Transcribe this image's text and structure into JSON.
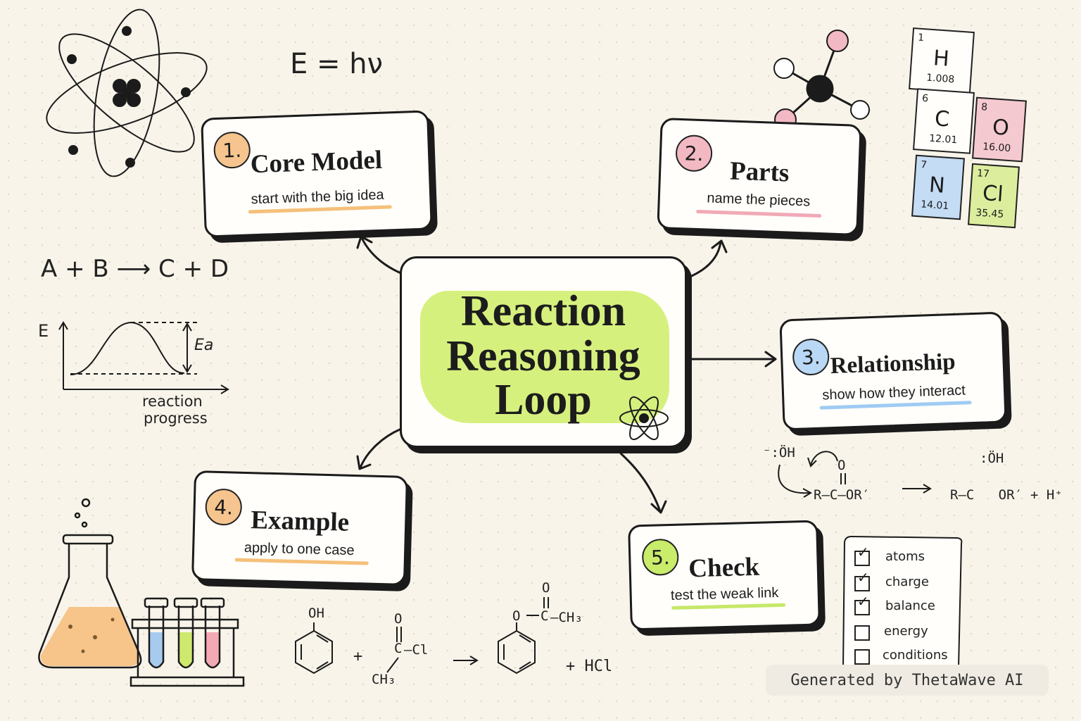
{
  "central": {
    "line1": "Reaction",
    "line2": "Reasoning",
    "line3": "Loop"
  },
  "steps": [
    {
      "number": "1.",
      "title": "Core Model",
      "subtitle": "start with the big idea",
      "color": "#f6c48e",
      "underline": "#f5c07a"
    },
    {
      "number": "2.",
      "title": "Parts",
      "subtitle": "name the pieces",
      "color": "#f3b9c2",
      "underline": "#f1a9b6"
    },
    {
      "number": "3.",
      "title": "Relationship",
      "subtitle": "show how they interact",
      "color": "#b9d8f5",
      "underline": "#9fcbf3"
    },
    {
      "number": "4.",
      "title": "Example",
      "subtitle": "apply to one case",
      "color": "#f6c48e",
      "underline": "#f5c07a"
    },
    {
      "number": "5.",
      "title": "Check",
      "subtitle": "test the weak link",
      "color": "#c9ec6a",
      "underline": "#c6e86a"
    }
  ],
  "formula_energy": "E = hν",
  "reaction_equation": "A + B ⟶ C + D",
  "energy_diagram": {
    "y_label": "E",
    "ea_label": "Ea",
    "x_label_line1": "reaction",
    "x_label_line2": "progress"
  },
  "periodic_tiles": [
    {
      "number": "1",
      "symbol": "H",
      "mass": "1.008",
      "color": "#ffffff"
    },
    {
      "number": "6",
      "symbol": "C",
      "mass": "12.01",
      "color": "#ffffff"
    },
    {
      "number": "8",
      "symbol": "O",
      "mass": "16.00",
      "color": "#f4c9cf"
    },
    {
      "number": "7",
      "symbol": "N",
      "mass": "14.01",
      "color": "#c4dcf4"
    },
    {
      "number": "17",
      "symbol": "Cl",
      "mass": "35.45",
      "color": "#dcee9e"
    }
  ],
  "mechanism": {
    "nucleophile": "⁻:ÖH",
    "carbonyl_o": "O",
    "ester": "R–C–OR′",
    "product_oh": ":ÖH",
    "product": "R–C   OR′",
    "plus_h": "+ H⁺"
  },
  "checklist": [
    {
      "label": "atoms",
      "checked": true
    },
    {
      "label": "charge",
      "checked": true
    },
    {
      "label": "balance",
      "checked": true
    },
    {
      "label": "energy",
      "checked": false
    },
    {
      "label": "conditions",
      "checked": false
    }
  ],
  "acylation": {
    "oh": "OH",
    "plus": "+",
    "o_top": "O",
    "cl": "–Cl",
    "ch3": "CH₃",
    "product_o": "O",
    "product_ch3": "–CH₃",
    "product_o_top": "O",
    "plus_hcl": "+ HCl"
  },
  "footer": "Generated by ThetaWave AI"
}
